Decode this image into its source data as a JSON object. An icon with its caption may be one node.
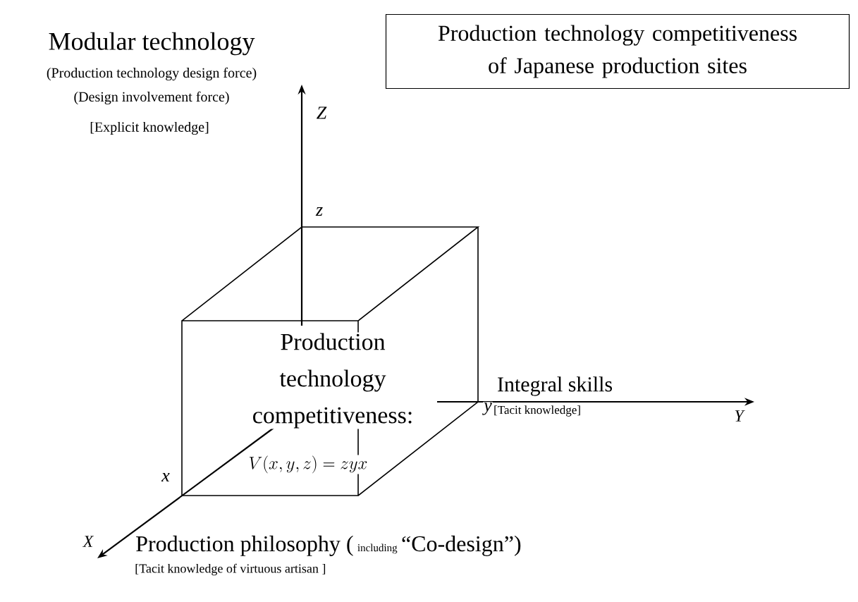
{
  "diagram": {
    "nodes": [
      {
        "text": [
          "Production technology competitiveness of Japanese production sites"
        ]
      }
    ],
    "edges": [],
    "labels": [
      "Modular technology",
      "(Production technology design force)",
      "(Design involvement force)",
      "[Explicit knowledge]",
      "Z",
      "z",
      "Production technology competitiveness:",
      "Integral skills",
      "y",
      "[Tacit knowledge]",
      "Y",
      "V(x,y,z)=zyx",
      "x",
      "X",
      "Production philosophy (",
      "including",
      "“Co-design”)",
      "[Tacit knowledge of virtuous artisan ]"
    ]
  }
}
